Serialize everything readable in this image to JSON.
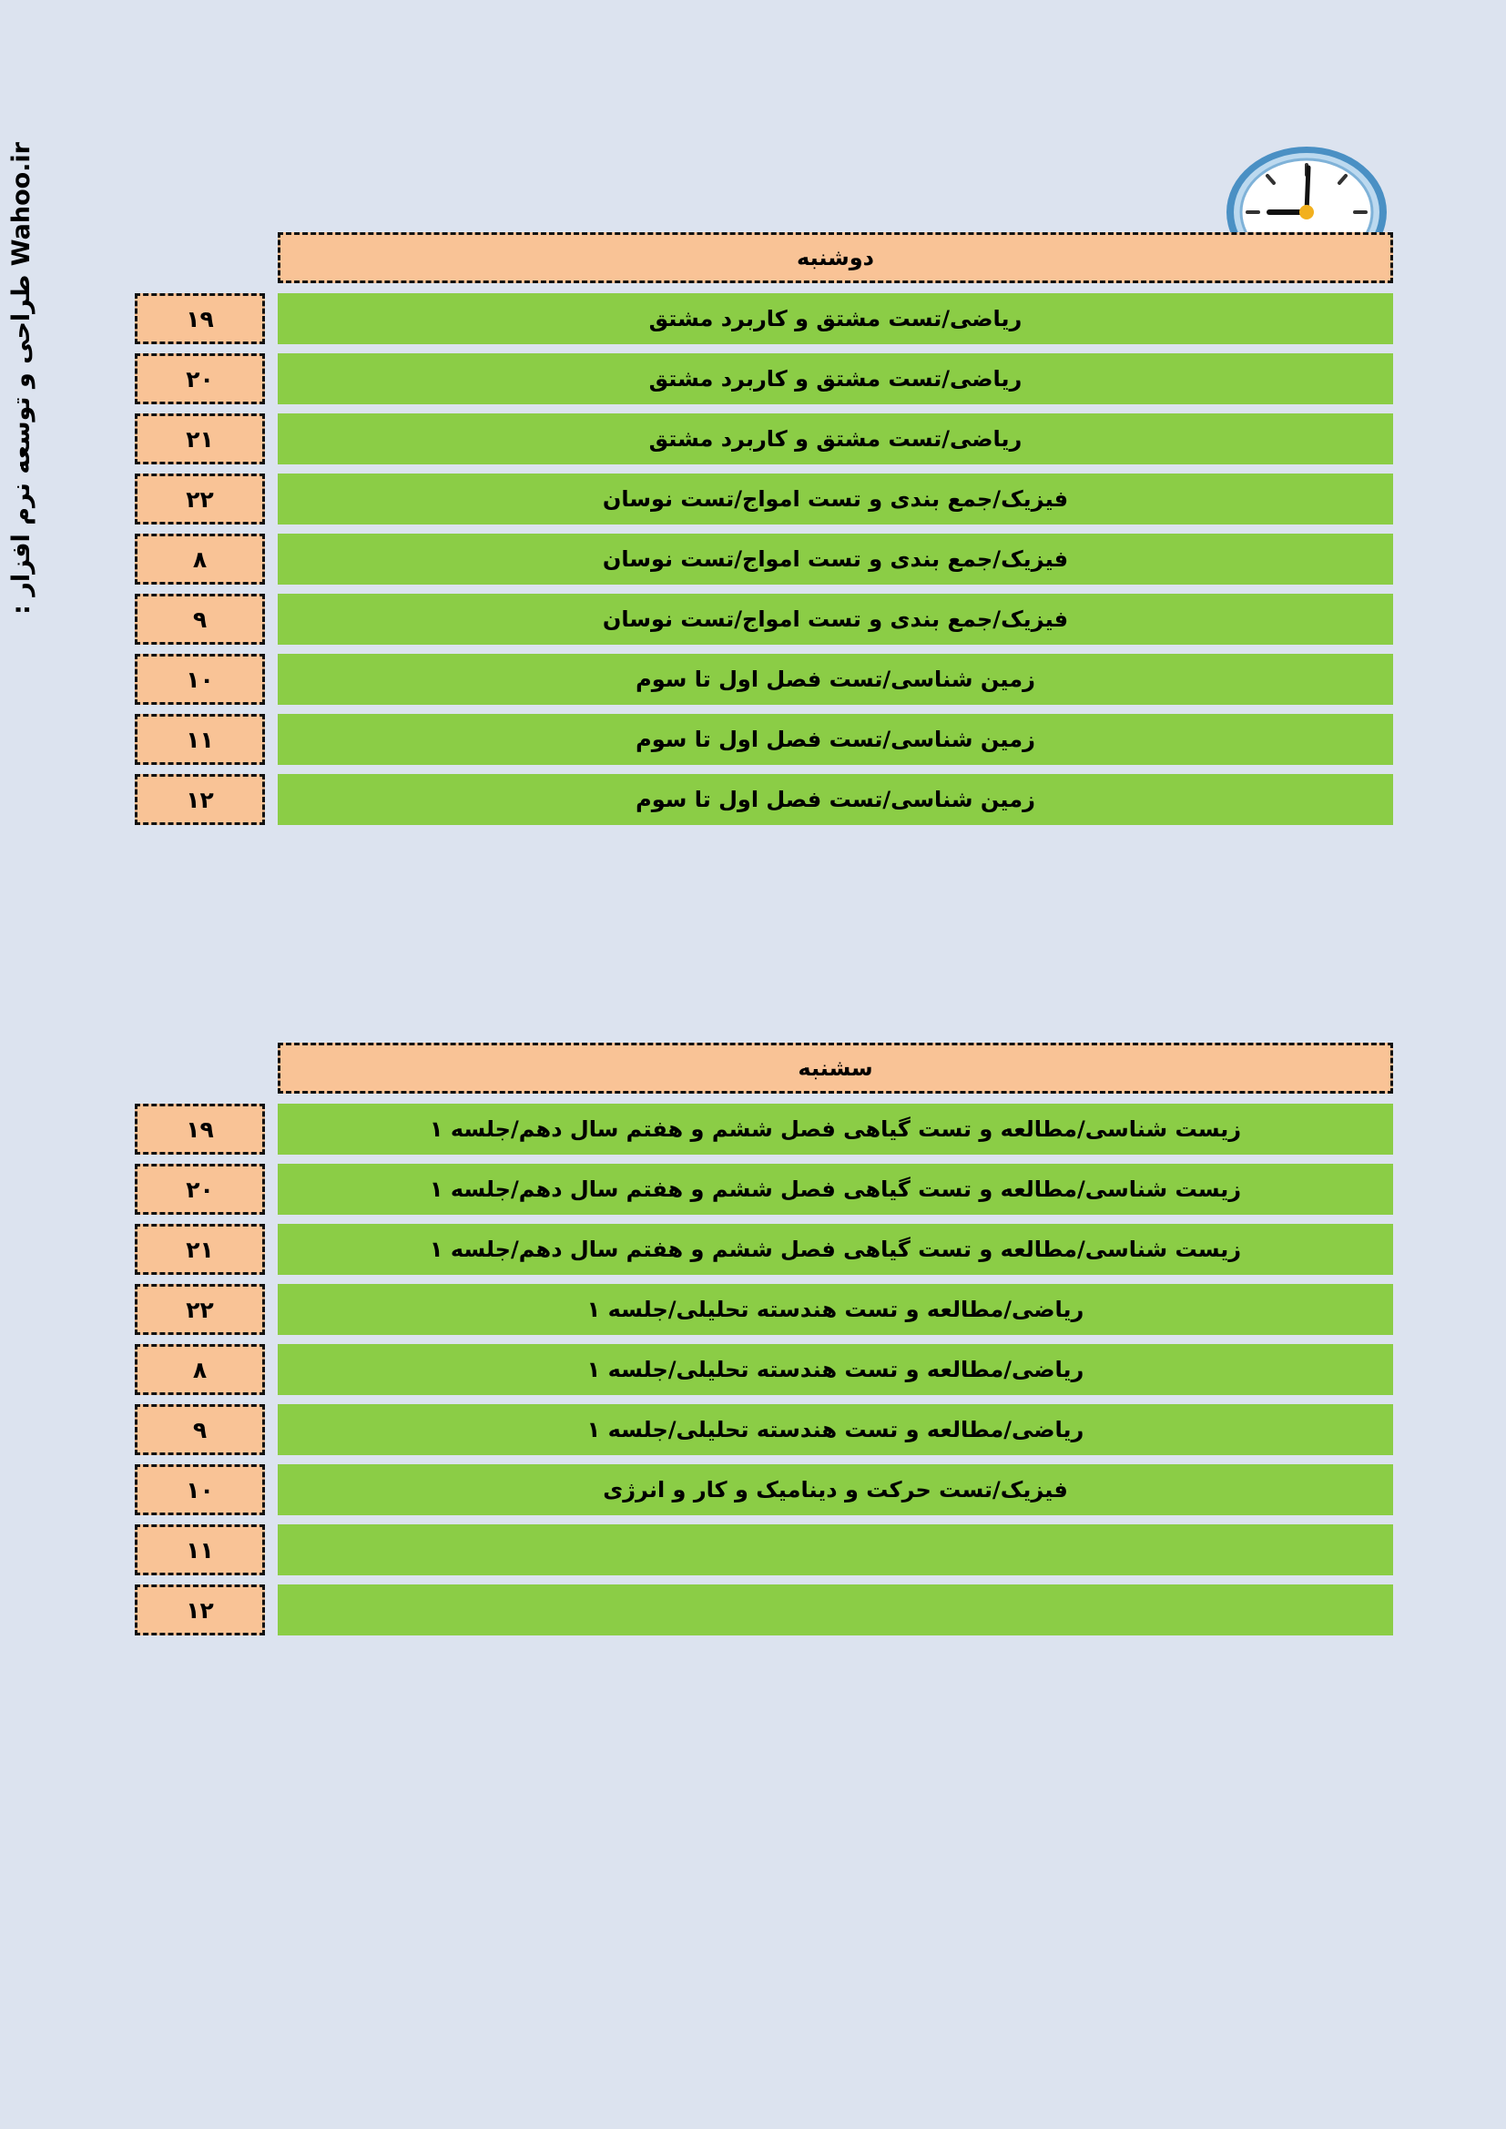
{
  "branding": {
    "tagline": "طراحی و توسعه نرم افزار :",
    "site": "Wahoo.ir"
  },
  "icons": {
    "clock": "clock-icon"
  },
  "schedule": [
    {
      "day_label": "دوشنبه",
      "rows": [
        {
          "time": "۱۹",
          "task": "ریاضی/تست مشتق و کاربرد مشتق"
        },
        {
          "time": "۲۰",
          "task": "ریاضی/تست مشتق و کاربرد مشتق"
        },
        {
          "time": "۲۱",
          "task": "ریاضی/تست مشتق و کاربرد مشتق"
        },
        {
          "time": "۲۲",
          "task": "فیزیک/جمع بندی و تست امواج/تست نوسان"
        },
        {
          "time": "۸",
          "task": "فیزیک/جمع بندی و تست امواج/تست نوسان"
        },
        {
          "time": "۹",
          "task": "فیزیک/جمع بندی و تست امواج/تست نوسان"
        },
        {
          "time": "۱۰",
          "task": "زمین شناسی/تست فصل اول تا سوم"
        },
        {
          "time": "۱۱",
          "task": "زمین شناسی/تست فصل اول تا سوم"
        },
        {
          "time": "۱۲",
          "task": "زمین شناسی/تست فصل اول تا سوم"
        }
      ]
    },
    {
      "day_label": "سشنبه",
      "rows": [
        {
          "time": "۱۹",
          "task": "زیست شناسی/مطالعه و تست گیاهی فصل ششم و هفتم سال دهم/جلسه ۱"
        },
        {
          "time": "۲۰",
          "task": "زیست شناسی/مطالعه و تست گیاهی فصل ششم و هفتم سال دهم/جلسه ۱"
        },
        {
          "time": "۲۱",
          "task": "زیست شناسی/مطالعه و تست گیاهی فصل ششم و هفتم سال دهم/جلسه ۱"
        },
        {
          "time": "۲۲",
          "task": "ریاضی/مطالعه و تست هندسته تحلیلی/جلسه ۱"
        },
        {
          "time": "۸",
          "task": "ریاضی/مطالعه و تست هندسته تحلیلی/جلسه ۱"
        },
        {
          "time": "۹",
          "task": "ریاضی/مطالعه و تست هندسته تحلیلی/جلسه ۱"
        },
        {
          "time": "۱۰",
          "task": "فیزیک/تست حرکت و دینامیک و کار و انرژی"
        },
        {
          "time": "۱۱",
          "task": ""
        },
        {
          "time": "۱۲",
          "task": ""
        }
      ]
    }
  ],
  "colors": {
    "page_background": "#dce3ef",
    "task_green": "#8bcd46",
    "header_orange": "#f9c396",
    "border_black": "#111111",
    "clock_ring": "#4a90c4"
  }
}
